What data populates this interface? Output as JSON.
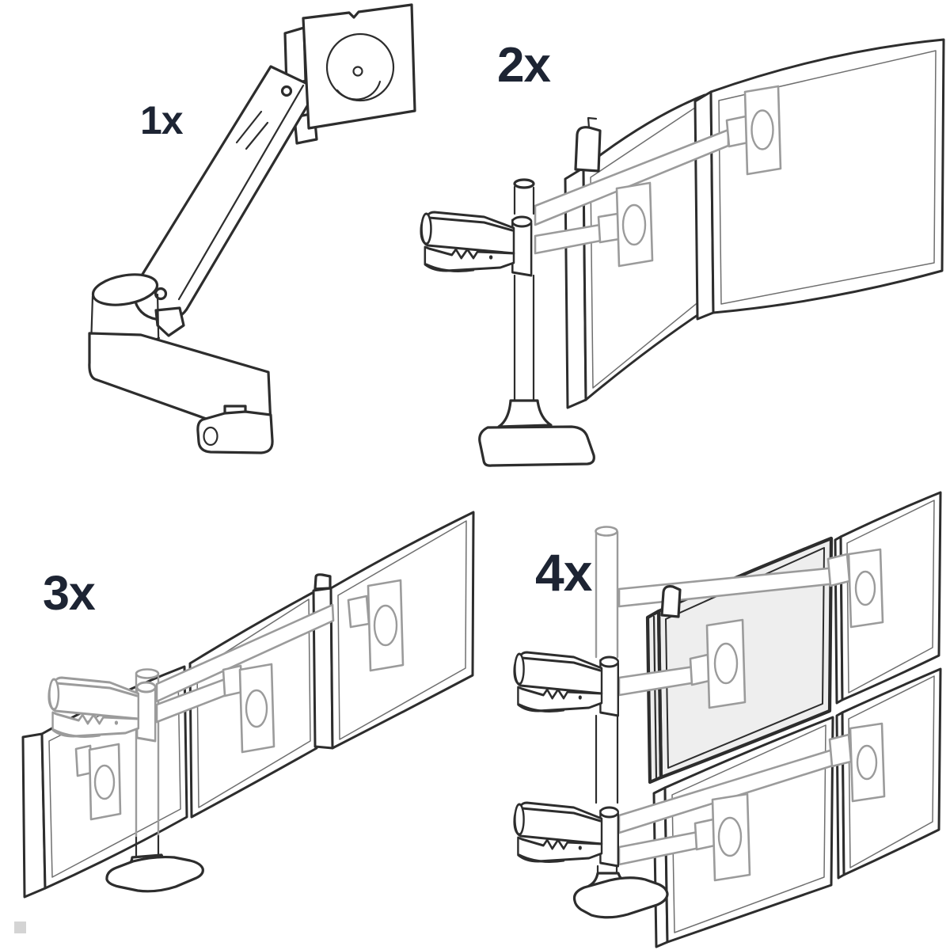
{
  "diagram": {
    "background": "#ffffff",
    "colors": {
      "line": "#2d2d2d",
      "ghost": "#9b9b9b",
      "bezel": "#6f6f6f",
      "label": "#1d2433",
      "watermark": "#d4d4d4",
      "tint": "rgba(125,125,125,0.13)"
    },
    "configurations": [
      {
        "id": "single",
        "label": "1x",
        "monitor_count": 1,
        "depicts": "Single articulating monitor arm with VESA plate"
      },
      {
        "id": "dual",
        "label": "2x",
        "monitor_count": 2,
        "depicts": "Two monitors side by side on a desk pole mount"
      },
      {
        "id": "triple",
        "label": "3x",
        "monitor_count": 3,
        "depicts": "Three monitors side by side on a desk pole mount"
      },
      {
        "id": "quad",
        "label": "4x",
        "monitor_count": 4,
        "depicts": "Four monitors in a 2x2 grid on a desk pole mount"
      }
    ]
  }
}
